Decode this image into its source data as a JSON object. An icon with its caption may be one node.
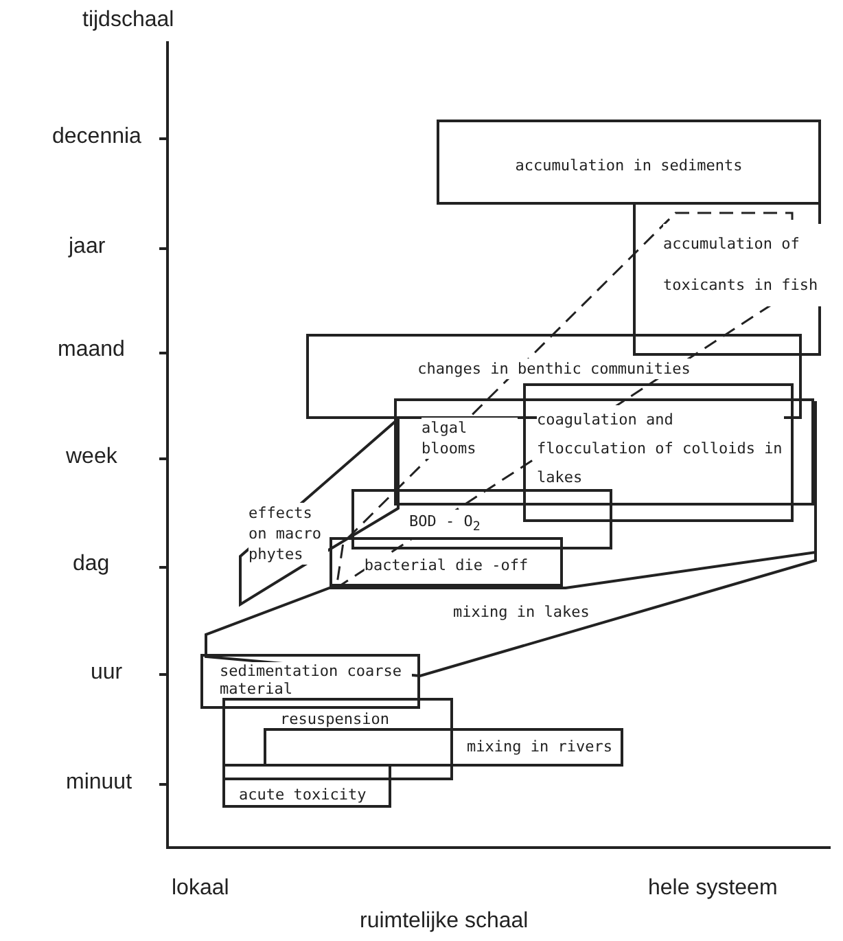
{
  "diagram": {
    "nodes": [
      {
        "text": [
          "accumulation in sediments"
        ]
      },
      {
        "text": [
          "accumulation of toxicants in fish"
        ]
      },
      {
        "text": [
          "changes in benthic communities"
        ]
      },
      {
        "text": [
          "algal blooms"
        ]
      },
      {
        "text": [
          "coagulation and flocculation of colloids in lakes"
        ]
      },
      {
        "text": [
          "effects on macro phytes"
        ]
      },
      {
        "text": [
          "BOD - O$_{2}$"
        ]
      },
      {
        "text": [
          "bacterial die -off"
        ]
      },
      {
        "text": [
          "mixing in lakes"
        ]
      },
      {
        "text": [
          "sedimentation coarse material"
        ]
      },
      {
        "text": [
          "resuspension"
        ]
      },
      {
        "text": [
          "mixing in rivers"
        ]
      },
      {
        "text": [
          "acute toxicity"
        ]
      }
    ],
    "labels": [
      "tijdschaal",
      "decennia",
      "jaar",
      "maand",
      "week",
      "dag",
      "uur",
      "minuut",
      "lokaal",
      "hele systeem",
      "ruimtelijke schaal"
    ]
  }
}
